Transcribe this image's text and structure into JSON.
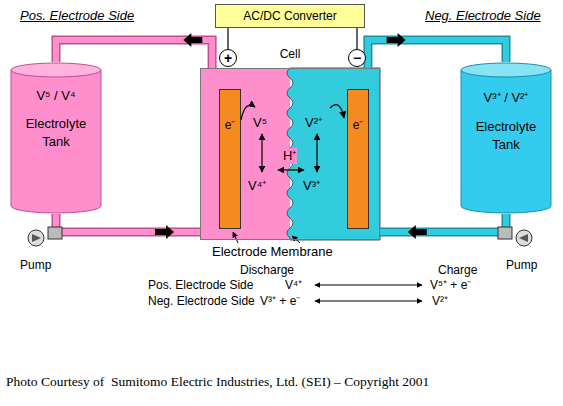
{
  "diagram": {
    "caption": "Photo Courtesy of  Sumitomo Electric Industries, Ltd. (SEI) – Copyright 2001",
    "nodes": [
      {
        "text": [
          "AC/DC Converter"
        ]
      },
      {
        "text": [
          "+"
        ]
      },
      {
        "text": [
          "−"
        ]
      },
      {
        "text": [
          "Cell"
        ]
      },
      {
        "text": [
          "e⁻"
        ],
        "in": 3
      },
      {
        "text": [
          "e⁻"
        ],
        "in": 3
      },
      {
        "text": [
          "V⁵ / V⁴",
          "Electrolyte Tank"
        ]
      },
      {
        "text": [
          "V³⁺ / V²⁺",
          "Electrolyte Tank"
        ]
      }
    ],
    "edges": [
      {
        "from": 0,
        "to": 1,
        "arrow": "none"
      },
      {
        "from": 0,
        "to": 2,
        "arrow": "none"
      },
      {
        "from": 3,
        "to": 6,
        "arrow": "to"
      },
      {
        "from": 6,
        "to": 3,
        "arrow": "to"
      },
      {
        "from": 3,
        "to": 7,
        "arrow": "to"
      },
      {
        "from": 7,
        "to": 3,
        "arrow": "to"
      }
    ],
    "labels": [
      "Pos. Electrode Side",
      "Neg. Electrode Side",
      "V⁵",
      "V⁴⁺",
      "H⁺",
      "V²⁺",
      "V³⁺",
      "Electrode Membrane",
      "Pump",
      "Pump",
      "Discharge",
      "Charge",
      "Pos. Electrode Side",
      "V⁴⁺",
      "V⁵⁺ + e⁻",
      "Neg. Electrode Side",
      "V³⁺ + e⁻",
      "V²⁺"
    ]
  }
}
